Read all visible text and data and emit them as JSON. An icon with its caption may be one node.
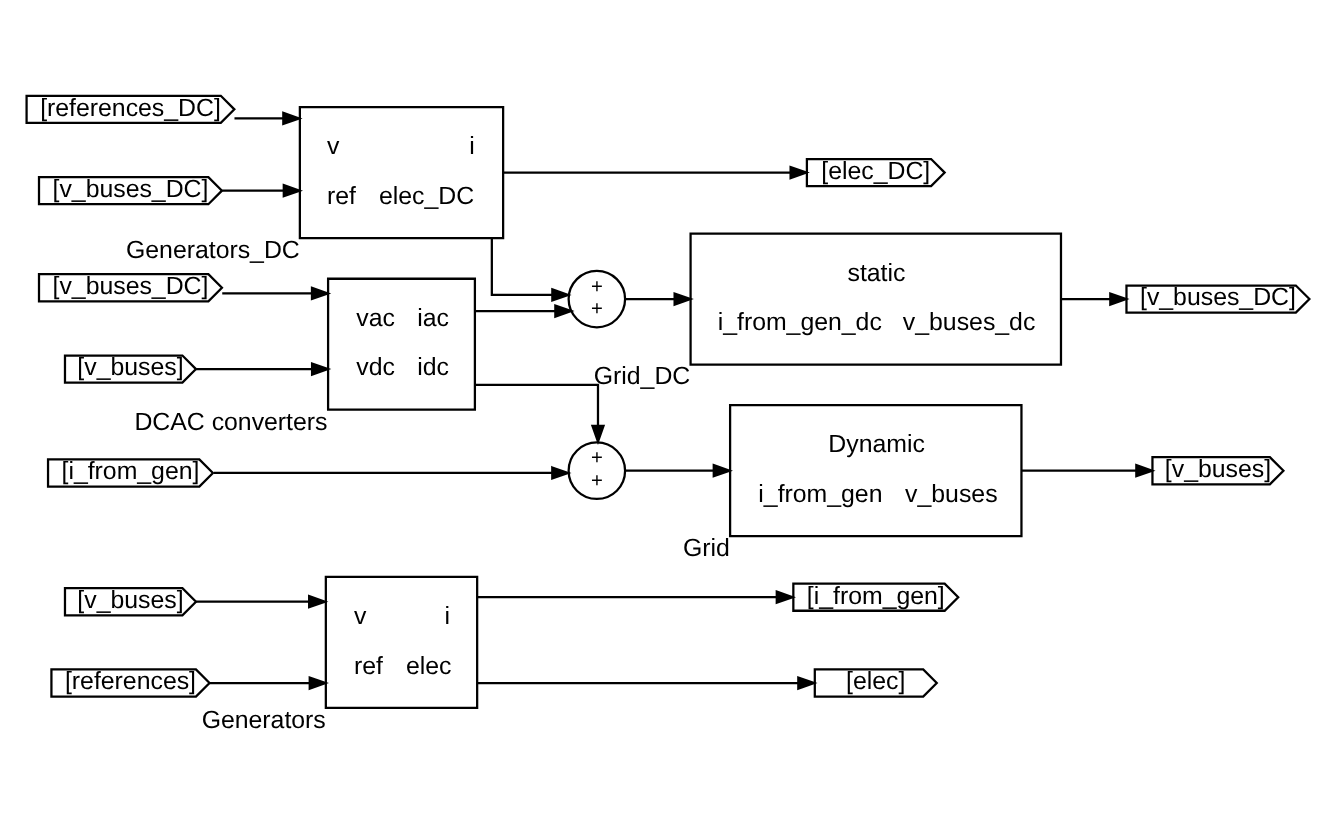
{
  "diagram": {
    "nodes": [
      {
        "text": [
          "[v_buses]"
        ]
      },
      {
        "text": [
          "[references]"
        ]
      },
      {
        "text": [
          "v",
          "ref",
          "i",
          "elec"
        ],
        "beside": [
          "Generators"
        ]
      },
      {
        "text": [
          "[i_from_gen]"
        ]
      },
      {
        "text": [
          "[elec]"
        ]
      },
      {
        "text": [
          "[i_from_gen]"
        ]
      },
      {
        "text": [
          "+",
          "+"
        ]
      },
      {
        "text": [
          "Dynamic",
          "i_from_gen",
          "v_buses"
        ],
        "beside": [
          "Grid"
        ]
      },
      {
        "text": [
          "[v_buses]"
        ]
      },
      {
        "text": [
          "[v_buses]"
        ]
      },
      {
        "text": [
          "[v_buses_DC]"
        ]
      },
      {
        "text": [
          "vac",
          "vdc",
          "iac",
          "idc"
        ],
        "beside": [
          "DCAC converters"
        ]
      },
      {
        "text": [
          "+",
          "+"
        ]
      },
      {
        "text": [
          "static",
          "i_from_gen_dc",
          "v_buses_dc"
        ],
        "beside": [
          "Grid_DC"
        ]
      },
      {
        "text": [
          "[v_buses_DC]"
        ]
      },
      {
        "text": [
          "[v_buses_DC]"
        ]
      },
      {
        "text": [
          "[references_DC]"
        ]
      },
      {
        "text": [
          "v",
          "ref",
          "i",
          "elec_DC"
        ],
        "beside": [
          "Generators_DC"
        ]
      },
      {
        "text": [
          "[elec_DC]"
        ]
      }
    ],
    "edges": [
      {
        "from": 0,
        "to": 2,
        "arrow": "to"
      },
      {
        "from": 1,
        "to": 2,
        "arrow": "to"
      },
      {
        "from": 2,
        "to": 3,
        "arrow": "to"
      },
      {
        "from": 2,
        "to": 4,
        "arrow": "to"
      },
      {
        "from": 5,
        "to": 6,
        "arrow": "to"
      },
      {
        "from": 6,
        "to": 7,
        "arrow": "to"
      },
      {
        "from": 7,
        "to": 8,
        "arrow": "to"
      },
      {
        "from": 9,
        "to": 11,
        "arrow": "to"
      },
      {
        "from": 10,
        "to": 11,
        "arrow": "to"
      },
      {
        "from": 11,
        "to": 6,
        "arrow": "to"
      },
      {
        "from": 11,
        "to": 12,
        "arrow": "to"
      },
      {
        "from": 12,
        "to": 13,
        "arrow": "to"
      },
      {
        "from": 13,
        "to": 14,
        "arrow": "to"
      },
      {
        "from": 15,
        "to": 17,
        "arrow": "to"
      },
      {
        "from": 16,
        "to": 17,
        "arrow": "to"
      },
      {
        "from": 17,
        "to": 12,
        "arrow": "to"
      },
      {
        "from": 17,
        "to": 18,
        "arrow": "to"
      }
    ]
  }
}
